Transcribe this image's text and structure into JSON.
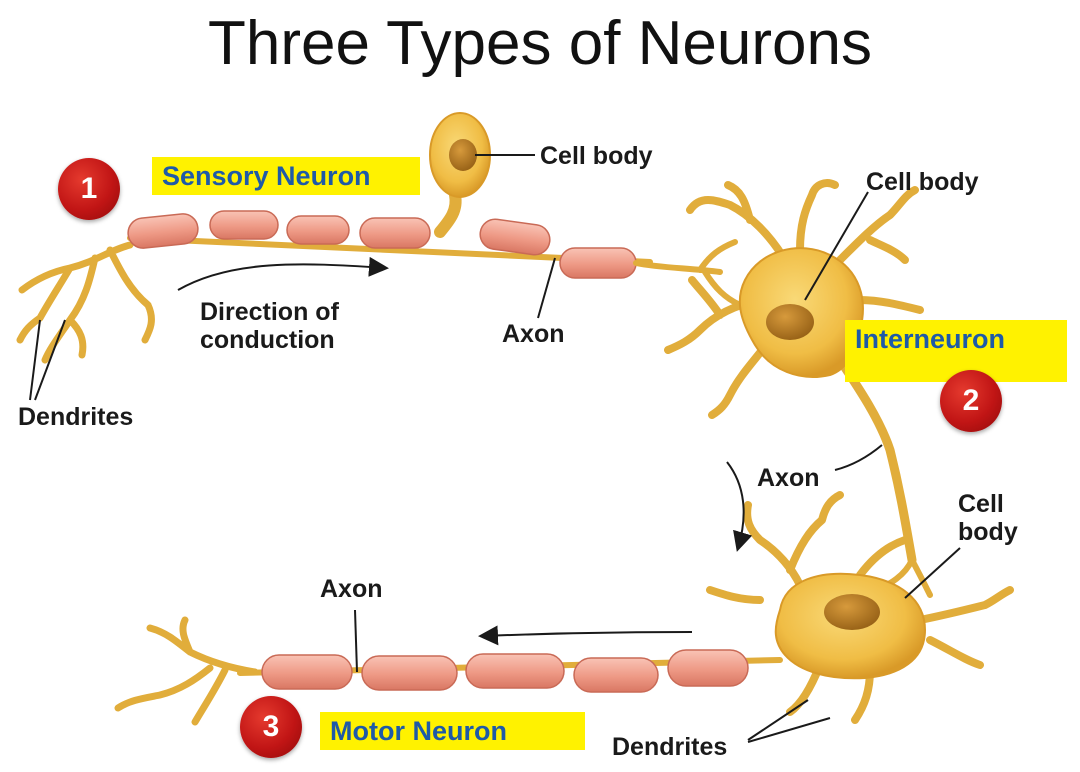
{
  "title": "Three Types of Neurons",
  "neurons": [
    {
      "number": "1",
      "name": "Sensory Neuron"
    },
    {
      "number": "2",
      "name": "Interneuron"
    },
    {
      "number": "3",
      "name": "Motor Neuron"
    }
  ],
  "labels": {
    "cell_body_sensory": "Cell body",
    "cell_body_inter": "Cell body",
    "cell_body_motor_line1": "Cell",
    "cell_body_motor_line2": "body",
    "axon_sensory": "Axon",
    "axon_inter": "Axon",
    "axon_motor": "Axon",
    "dendrites_sensory": "Dendrites",
    "dendrites_motor": "Dendrites",
    "direction_line1": "Direction of",
    "direction_line2": "conduction"
  },
  "colors": {
    "highlight": "#fff200",
    "highlight_text": "#1e5aa8",
    "badge": "#c11515",
    "neuron_body": "#f2c04a",
    "myelin": "#ef9a88"
  }
}
